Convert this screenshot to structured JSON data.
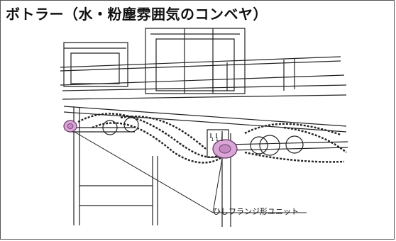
{
  "header": {
    "title": "ボトラー（水・粉塵雰囲気のコンベヤ）"
  },
  "diagram": {
    "callout_label": "ひしフランジ形ユニット",
    "plate_marks": "1 1 1"
  },
  "colors": {
    "line": "#222222",
    "unit_fill": "#d9a6d6",
    "unit_stroke": "#6a3a6a"
  }
}
